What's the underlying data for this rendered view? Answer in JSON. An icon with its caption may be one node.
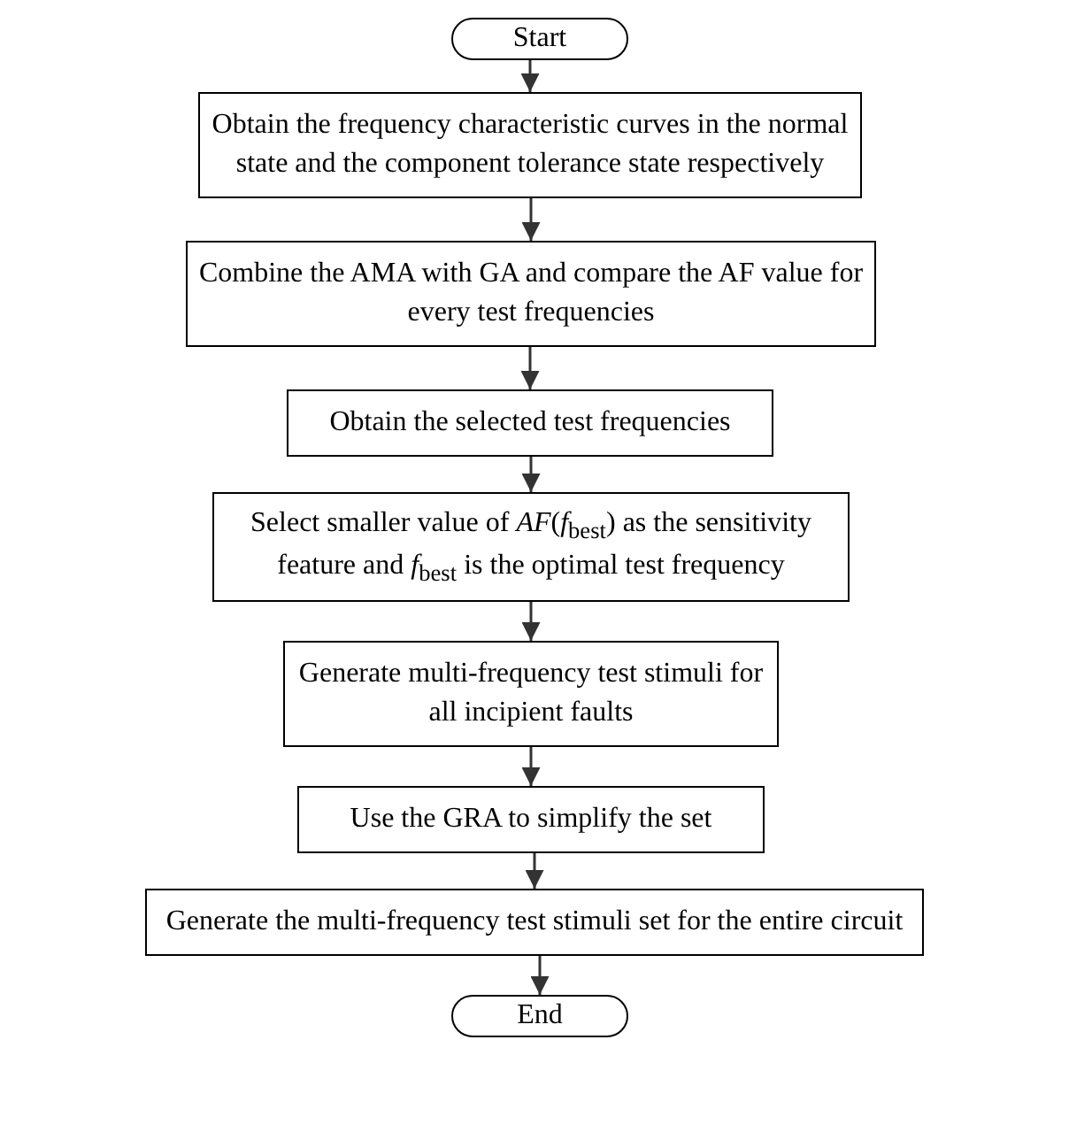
{
  "diagram": {
    "nodes": [
      {
        "text": [
          "Start"
        ]
      },
      {
        "text": [
          "Obtain the frequency characteristic curves in the normal state and the component tolerance state respectively"
        ]
      },
      {
        "text": [
          "Combine the AMA with GA and compare the AF value for every test frequencies"
        ]
      },
      {
        "text": [
          "Obtain the selected test frequencies"
        ]
      },
      {
        "text": [
          "Select smaller value of *AF*(*f*$_{best}$) as the sensitivity feature and *f*$_{best}$ is the optimal test frequency"
        ]
      },
      {
        "text": [
          "Generate multi-frequency test stimuli for all incipient faults"
        ]
      },
      {
        "text": [
          "Use the GRA to simplify the set"
        ]
      },
      {
        "text": [
          "Generate the multi-frequency test stimuli set for the entire circuit"
        ]
      },
      {
        "text": [
          "End"
        ]
      }
    ],
    "edges": [
      {
        "from": 0,
        "to": 1,
        "arrow": "to"
      },
      {
        "from": 1,
        "to": 2,
        "arrow": "to"
      },
      {
        "from": 2,
        "to": 3,
        "arrow": "to"
      },
      {
        "from": 3,
        "to": 4,
        "arrow": "to"
      },
      {
        "from": 4,
        "to": 5,
        "arrow": "to"
      },
      {
        "from": 5,
        "to": 6,
        "arrow": "to"
      },
      {
        "from": 6,
        "to": 7,
        "arrow": "to"
      },
      {
        "from": 7,
        "to": 8,
        "arrow": "to"
      }
    ]
  }
}
